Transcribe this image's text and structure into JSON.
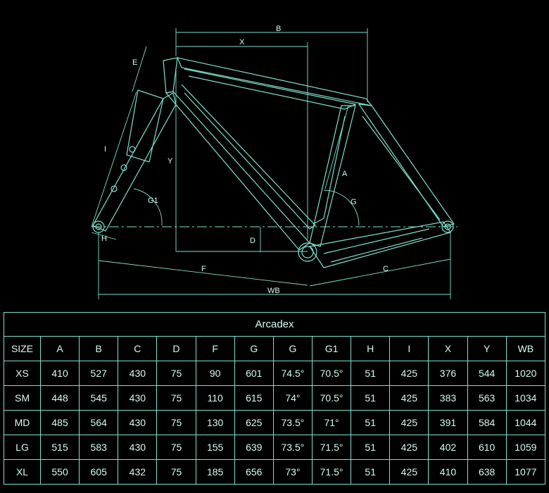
{
  "diagram": {
    "labels": {
      "B": "B",
      "X": "X",
      "E": "E",
      "I": "I",
      "Y": "Y",
      "A": "A",
      "G": "G",
      "G1": "G1",
      "D": "D",
      "H": "H",
      "F": "F",
      "C": "C",
      "WB": "WB"
    },
    "colors": {
      "line": "#7fe0cf",
      "text": "#d6fbf3",
      "background": "#000000"
    }
  },
  "table": {
    "title": "Arcadex",
    "headers": [
      "SIZE",
      "A",
      "B",
      "C",
      "D",
      "F",
      "G",
      "G",
      "G1",
      "H",
      "I",
      "X",
      "Y",
      "WB"
    ],
    "rows": [
      [
        "XS",
        "410",
        "527",
        "430",
        "75",
        "90",
        "601",
        "74.5°",
        "70.5°",
        "51",
        "425",
        "376",
        "544",
        "1020"
      ],
      [
        "SM",
        "448",
        "545",
        "430",
        "75",
        "110",
        "615",
        "74°",
        "70.5°",
        "51",
        "425",
        "383",
        "563",
        "1034"
      ],
      [
        "MD",
        "485",
        "564",
        "430",
        "75",
        "130",
        "625",
        "73.5°",
        "71°",
        "51",
        "425",
        "391",
        "584",
        "1044"
      ],
      [
        "LG",
        "515",
        "583",
        "430",
        "75",
        "155",
        "639",
        "73.5°",
        "71.5°",
        "51",
        "425",
        "402",
        "610",
        "1059"
      ],
      [
        "XL",
        "550",
        "605",
        "432",
        "75",
        "185",
        "656",
        "73°",
        "71.5°",
        "51",
        "425",
        "410",
        "638",
        "1077"
      ]
    ]
  }
}
